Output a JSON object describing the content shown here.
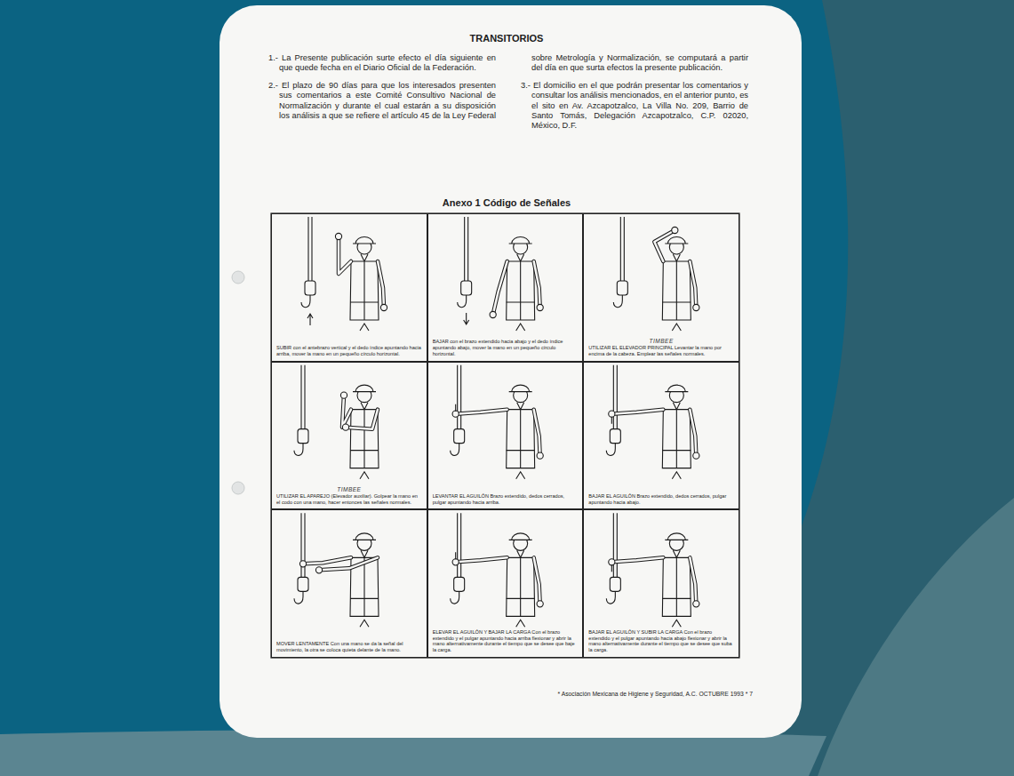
{
  "diagram": {
    "title": "TRANSITORIOS",
    "nodes": [
      {
        "text": [
          "SUBIR con el antebrazo vertical y el dedo índice apuntando hacia arriba, mover la mano en un pequeño círculo horizontal."
        ]
      },
      {
        "text": [
          "BAJAR con el brazo extendido hacia abajo y el dedo índice apuntando abajo, mover la mano en un pequeño círculo horizontal."
        ]
      },
      {
        "text": [
          "TIMBEE",
          "UTILIZAR EL ELEVADOR PRINCIPAL Levantar la mano por encima de la cabeza. Emplear las señales normales."
        ]
      },
      {
        "text": [
          "TIMBEE",
          "UTILIZAR EL APAREJO (Elevador auxiliar). Golpear la mano en el codo con una mano, hacer entonces las señales normales."
        ]
      },
      {
        "text": [
          "LEVANTAR EL AGUILÓN Brazo extendido, dedos cerrados, pulgar apuntando hacia arriba."
        ]
      },
      {
        "text": [
          "BAJAR EL AGUILÓN Brazo extendido, dedos cerrados, pulgar apuntando hacia abajo."
        ]
      },
      {
        "text": [
          "MOVER LENTAMENTE Con una mano se da la señal del movimiento, la otra se coloca quieta delante de la mano."
        ]
      },
      {
        "text": [
          "ELEVAR EL AGUILÓN Y BAJAR LA CARGA Con el brazo extendido y el pulgar apuntando hacia arriba flexionar y abrir la mano alternativamente durante el tiempo que se desee que baje la carga."
        ]
      },
      {
        "text": [
          "BAJAR EL AGUILÓN Y SUBIR LA CARGA Con el brazo extendido y el pulgar apuntando hacia abajo flexionar y abrir la mano alternativamente durante el tiempo que se desee que suba la carga."
        ]
      }
    ],
    "labels": [
      "1.- La Presente publicación surte efecto el día siguiente en que quede fecha en el Diario Oficial de la Federación.",
      "2.- El plazo de 90 días para que los interesados presenten sus comentarios a este Comité Consultivo Nacional de Normalización y durante el cual estarán a su disposición los análisis a que se refiere el artículo 45 de la Ley Federal sobre Metrología y Normalización, se computará a partir del día en que surta efectos la presente publicación.",
      "3.- El domicilio en el que podrán presentar los comentarios y consultar los análisis mencionados, en el anterior punto, es el sito en Av. Azcapotzalco, La Villa No. 209, Barrio de Santo Tomás, Delegación Azcapotzalco, C.P. 02020, México, D.F.",
      "Anexo 1 Código de Señales",
      "* Asociación Mexicana de Higiene y Seguridad, A.C. OCTUBRE 1993 * 7"
    ]
  }
}
